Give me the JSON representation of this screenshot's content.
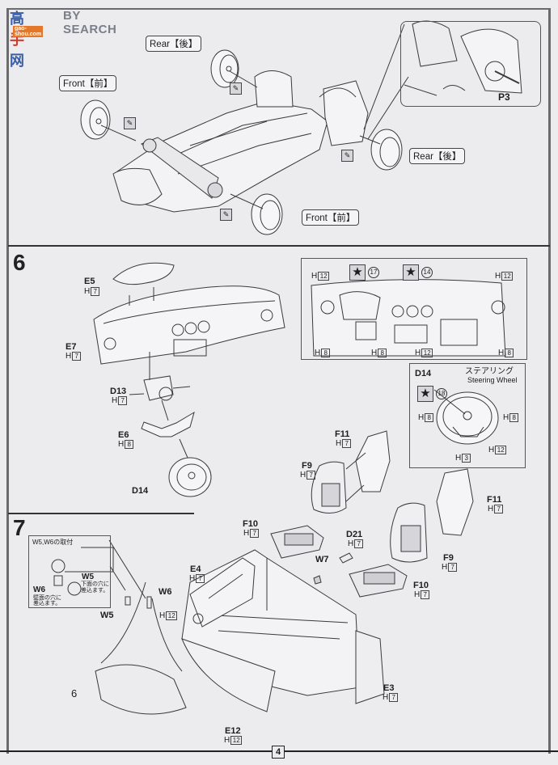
{
  "watermark": {
    "logo_text": "高",
    "logo_red": "手",
    "logo_text2": "网",
    "search_text": "BY SEARCH",
    "sub_text": "gao-shou.com"
  },
  "section5": {
    "labels": {
      "rear_top": "Rear【後】",
      "front_left": "Front【前】",
      "rear_right": "Rear【後】",
      "front_bottom": "Front【前】"
    },
    "detail_inset": {
      "part": "P3"
    }
  },
  "section6": {
    "step_number": "6",
    "parts": [
      {
        "id": "E5",
        "paint": "H",
        "color_num": "7"
      },
      {
        "id": "E7",
        "paint": "H",
        "color_num": "7"
      },
      {
        "id": "D13",
        "paint": "H",
        "color_num": "7"
      },
      {
        "id": "E6",
        "paint": "H",
        "color_num": "8"
      },
      {
        "id": "D14",
        "paint": "",
        "color_num": ""
      }
    ],
    "dash_inset": {
      "decal_a": "17",
      "decal_b": "14",
      "paint_callouts": [
        {
          "paint": "H",
          "color_num": "12"
        },
        {
          "paint": "H",
          "color_num": "12"
        },
        {
          "paint": "H",
          "color_num": "8"
        },
        {
          "paint": "H",
          "color_num": "8"
        },
        {
          "paint": "H",
          "color_num": "12"
        },
        {
          "paint": "H",
          "color_num": "8"
        }
      ]
    },
    "steering_inset": {
      "part": "D14",
      "title_jp": "ステアリング",
      "title_en": "Steering Wheel",
      "decal": "18",
      "paint_callouts": [
        {
          "paint": "H",
          "color_num": "8"
        },
        {
          "paint": "H",
          "color_num": "8"
        },
        {
          "paint": "H",
          "color_num": "12"
        },
        {
          "paint": "H",
          "color_num": "3"
        }
      ]
    }
  },
  "section7": {
    "step_number": "7",
    "ref_step": "6",
    "w_inset": {
      "title": "W5,W6の取付",
      "w5_label": "W5",
      "w5_note_1": "下面の穴に",
      "w5_note_2": "差込ます。",
      "w6_label": "W6",
      "w6_note_1": "壁面の穴に",
      "w6_note_2": "差込ます。"
    },
    "parts": [
      {
        "id": "F11",
        "paint": "H",
        "color_num": "7"
      },
      {
        "id": "F9",
        "paint": "H",
        "color_num": "7"
      },
      {
        "id": "F10",
        "paint": "H",
        "color_num": "7"
      },
      {
        "id": "D21",
        "paint": "H",
        "color_num": "7"
      },
      {
        "id": "W7",
        "paint": "",
        "color_num": ""
      },
      {
        "id": "E4",
        "paint": "H",
        "color_num": "7"
      },
      {
        "id": "W6",
        "paint": "",
        "color_num": ""
      },
      {
        "id": "W5",
        "paint": "",
        "color_num": ""
      },
      {
        "id": "E3",
        "paint": "H",
        "color_num": "7"
      },
      {
        "id": "E12",
        "paint": "H",
        "color_num": "12"
      }
    ],
    "paint_extra": {
      "paint": "H",
      "color_num": "12"
    },
    "parts_right": [
      {
        "id": "F11",
        "paint": "H",
        "color_num": "7"
      },
      {
        "id": "F9",
        "paint": "H",
        "color_num": "7"
      },
      {
        "id": "F10",
        "paint": "H",
        "color_num": "7"
      }
    ]
  },
  "footer": {
    "page_number": "4"
  }
}
